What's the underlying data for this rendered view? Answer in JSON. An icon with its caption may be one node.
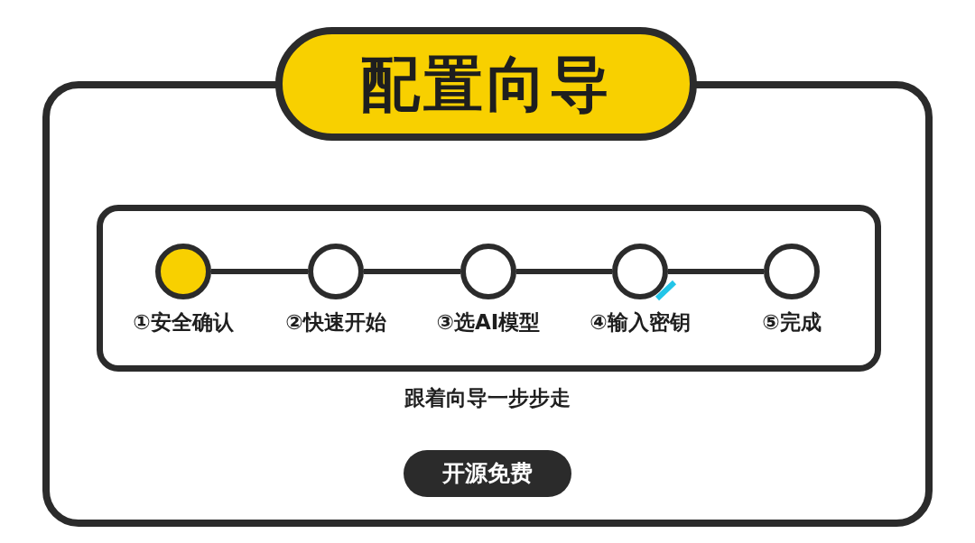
{
  "diagram": {
    "title": "配置向导",
    "nodes": [
      {
        "text": [],
        "shape": "box"
      },
      {
        "text": [],
        "shape": "box",
        "in": 0
      },
      {
        "text": [],
        "shape": "circle",
        "in": 1,
        "beside": [
          "①安全确认"
        ]
      },
      {
        "text": [],
        "shape": "circle",
        "in": 1,
        "beside": [
          "②快速开始"
        ]
      },
      {
        "text": [],
        "shape": "circle",
        "in": 1,
        "beside": [
          "③选AI模型"
        ]
      },
      {
        "text": [],
        "shape": "circle",
        "in": 1,
        "beside": [
          "④输入密钥"
        ]
      },
      {
        "text": [],
        "shape": "circle",
        "in": 1,
        "beside": [
          "⑤完成"
        ]
      },
      {
        "text": [
          "开源免费"
        ],
        "in": 0
      }
    ],
    "edges": [
      {
        "from": 2,
        "to": 3,
        "arrow": "none"
      },
      {
        "from": 3,
        "to": 4,
        "arrow": "none"
      },
      {
        "from": 4,
        "to": 5,
        "arrow": "none"
      },
      {
        "from": 5,
        "to": 6,
        "arrow": "none"
      }
    ],
    "labels": [
      "跟着向导一步步走"
    ]
  }
}
